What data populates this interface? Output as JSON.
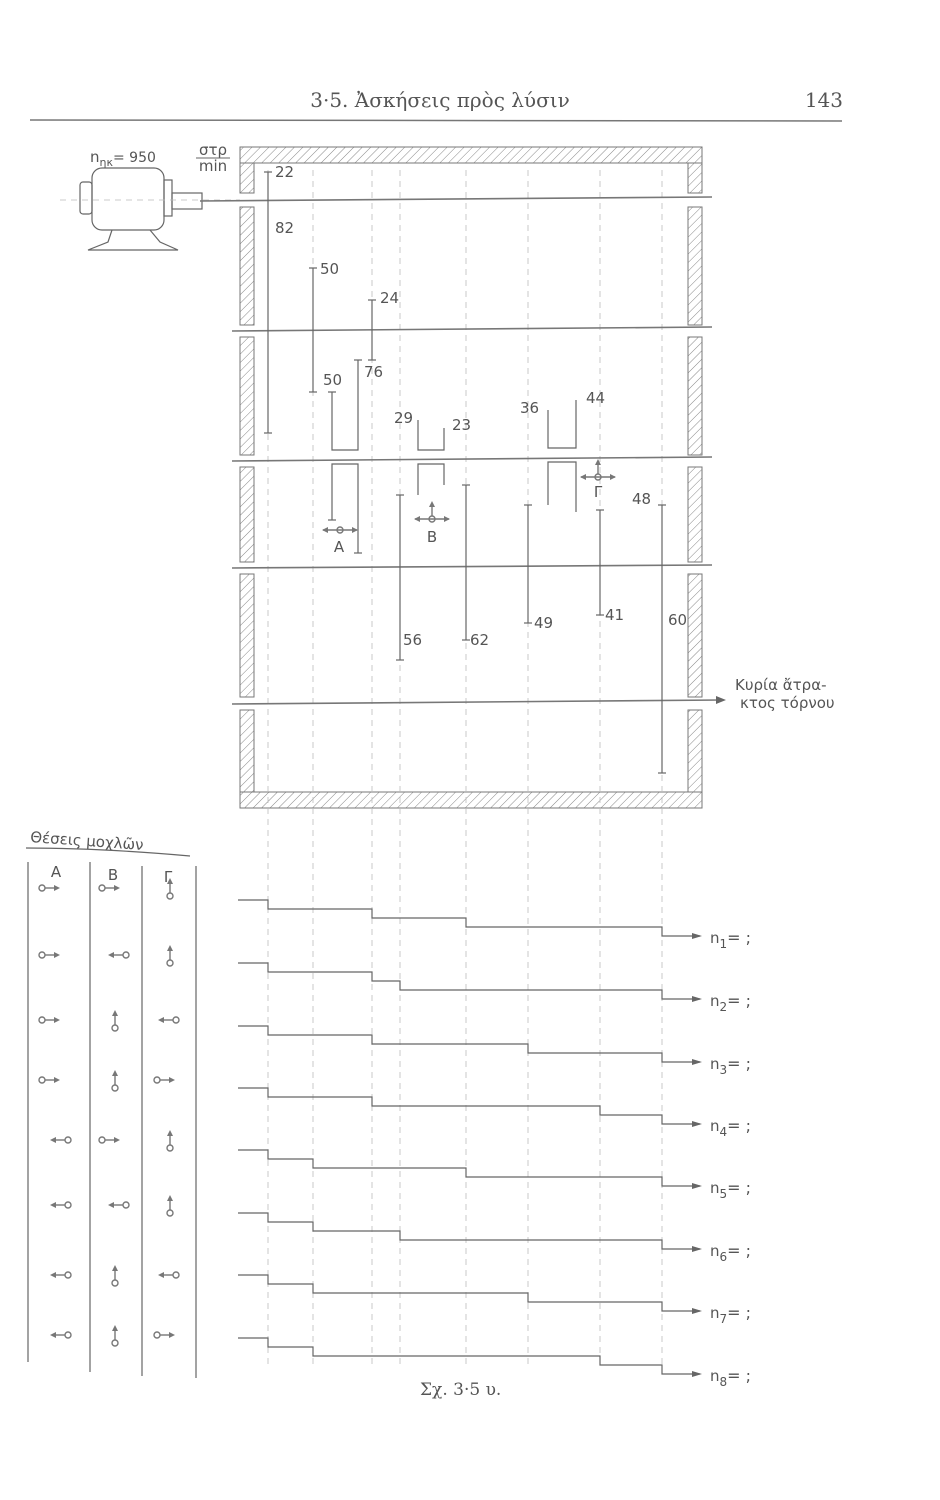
{
  "header": {
    "section_title": "3·5. Ἀσκήσεις πρὸς λύσιν",
    "page_number": "143"
  },
  "motor": {
    "speed_label": "n",
    "speed_subscript": "ηκ",
    "speed_value": "= 950",
    "unit_num": "στρ",
    "unit_den": "min"
  },
  "gears": {
    "g22": "22",
    "g82": "82",
    "g50a": "50",
    "g24": "24",
    "g50b": "50",
    "g76": "76",
    "g29": "29",
    "g23": "23",
    "g36": "36",
    "g44": "44",
    "g48": "48",
    "g56": "56",
    "g62": "62",
    "g49": "49",
    "g41": "41",
    "g60": "60"
  },
  "levers": {
    "a": "A",
    "b": "B",
    "g": "Γ"
  },
  "main_spindle_label": [
    "Κυρία ἄτρα-",
    "κτος τόρνου"
  ],
  "lever_table": {
    "title": "Θέσεις μοχλῶν",
    "headers": [
      "A",
      "B",
      "Γ"
    ],
    "rows": [
      [
        "right",
        "right",
        "up"
      ],
      [
        "right",
        "left",
        "up"
      ],
      [
        "right",
        "up",
        "left"
      ],
      [
        "right",
        "up",
        "right"
      ],
      [
        "left",
        "right",
        "up"
      ],
      [
        "left",
        "left",
        "up"
      ],
      [
        "left",
        "up",
        "left"
      ],
      [
        "left",
        "up",
        "right"
      ]
    ]
  },
  "outputs": [
    {
      "label": "n",
      "sub": "1",
      "suffix": "= ;"
    },
    {
      "label": "n",
      "sub": "2",
      "suffix": "= ;"
    },
    {
      "label": "n",
      "sub": "3",
      "suffix": "= ;"
    },
    {
      "label": "n",
      "sub": "4",
      "suffix": "= ;"
    },
    {
      "label": "n",
      "sub": "5",
      "suffix": "= ;"
    },
    {
      "label": "n",
      "sub": "6",
      "suffix": "= ;"
    },
    {
      "label": "n",
      "sub": "7",
      "suffix": "= ;"
    },
    {
      "label": "n",
      "sub": "8",
      "suffix": "= ;"
    }
  ],
  "caption": "Σχ. 3·5 υ."
}
